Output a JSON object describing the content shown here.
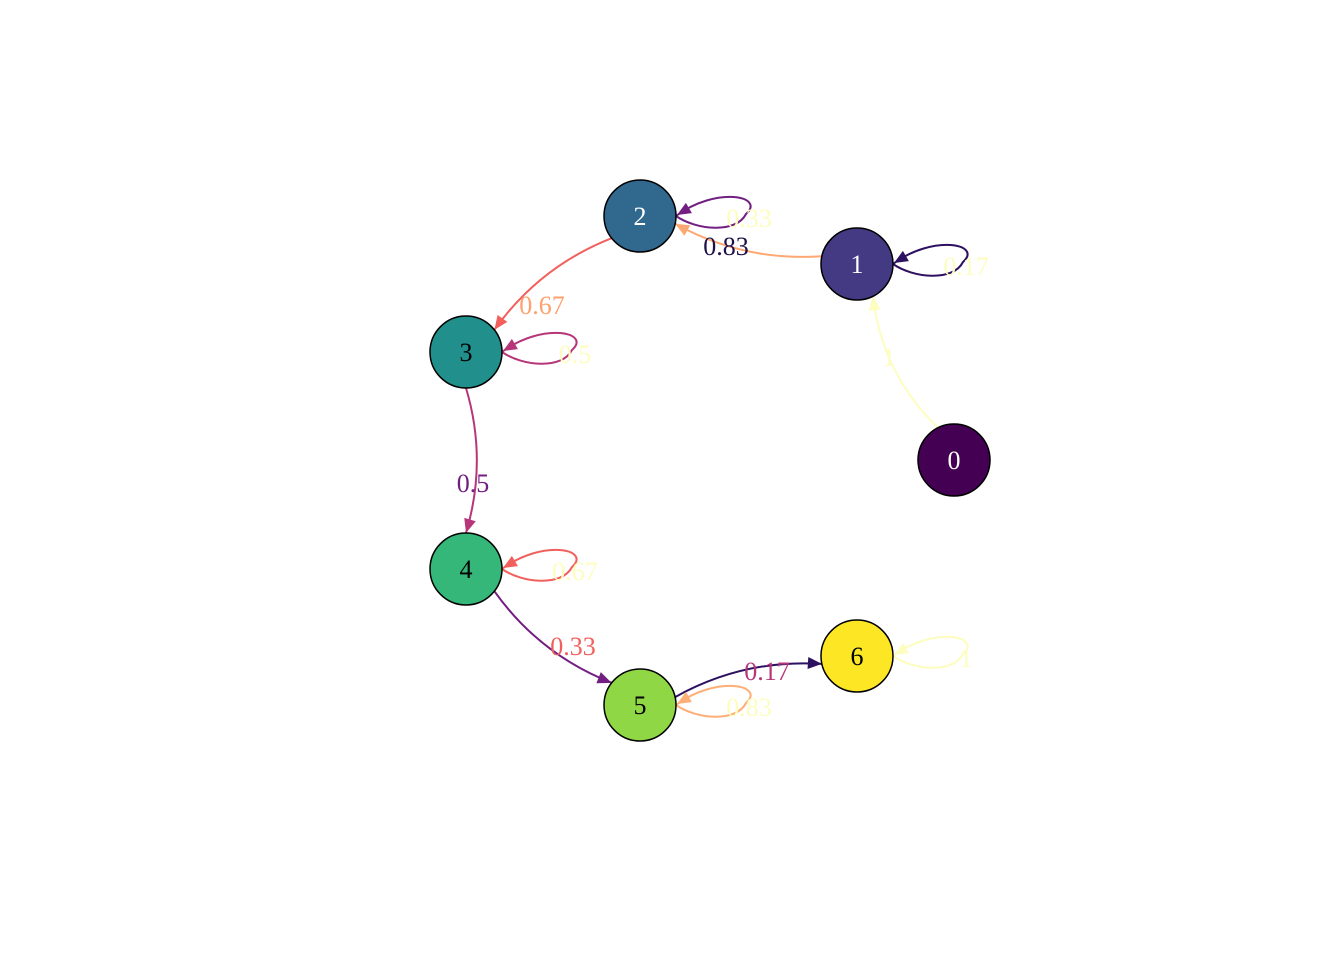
{
  "diagram": {
    "type": "markov-chain-graph",
    "nodes": [
      {
        "id": "0",
        "label": "0",
        "fill": "#440154",
        "text_color": "#ffffff"
      },
      {
        "id": "1",
        "label": "1",
        "fill": "#443A83",
        "text_color": "#ffffff"
      },
      {
        "id": "2",
        "label": "2",
        "fill": "#31688E",
        "text_color": "#ffffff"
      },
      {
        "id": "3",
        "label": "3",
        "fill": "#21908C",
        "text_color": "#000000"
      },
      {
        "id": "4",
        "label": "4",
        "fill": "#35B779",
        "text_color": "#000000"
      },
      {
        "id": "5",
        "label": "5",
        "fill": "#8FD744",
        "text_color": "#000000"
      },
      {
        "id": "6",
        "label": "6",
        "fill": "#FDE725",
        "text_color": "#000000"
      }
    ],
    "edges": [
      {
        "from": "0",
        "to": "1",
        "label": "1",
        "color": "#FCFDBF",
        "label_color": "#FCFDBF"
      },
      {
        "from": "1",
        "to": "1",
        "label": "0.17",
        "color": "#2D1160",
        "label_color": "#FCFDBF"
      },
      {
        "from": "1",
        "to": "2",
        "label": "0.83",
        "color": "#FEA873",
        "label_color": "#1D1147"
      },
      {
        "from": "2",
        "to": "2",
        "label": "0.33",
        "color": "#721F81",
        "label_color": "#FCFDBF"
      },
      {
        "from": "2",
        "to": "3",
        "label": "0.67",
        "color": "#F1605D",
        "label_color": "#FEA16E"
      },
      {
        "from": "3",
        "to": "3",
        "label": "0.5",
        "color": "#B63679",
        "label_color": "#FCFDBF"
      },
      {
        "from": "3",
        "to": "4",
        "label": "0.5",
        "color": "#B63679",
        "label_color": "#721F81"
      },
      {
        "from": "4",
        "to": "4",
        "label": "0.67",
        "color": "#F1605D",
        "label_color": "#FCFDBF"
      },
      {
        "from": "4",
        "to": "5",
        "label": "0.33",
        "color": "#721F81",
        "label_color": "#F1605D"
      },
      {
        "from": "5",
        "to": "5",
        "label": "0.83",
        "color": "#FEAF77",
        "label_color": "#FCFDBF"
      },
      {
        "from": "5",
        "to": "6",
        "label": "0.17",
        "color": "#2D1160",
        "label_color": "#B63679"
      },
      {
        "from": "6",
        "to": "6",
        "label": "1",
        "color": "#FCFDBF",
        "label_color": "#FCFDBF"
      }
    ]
  }
}
